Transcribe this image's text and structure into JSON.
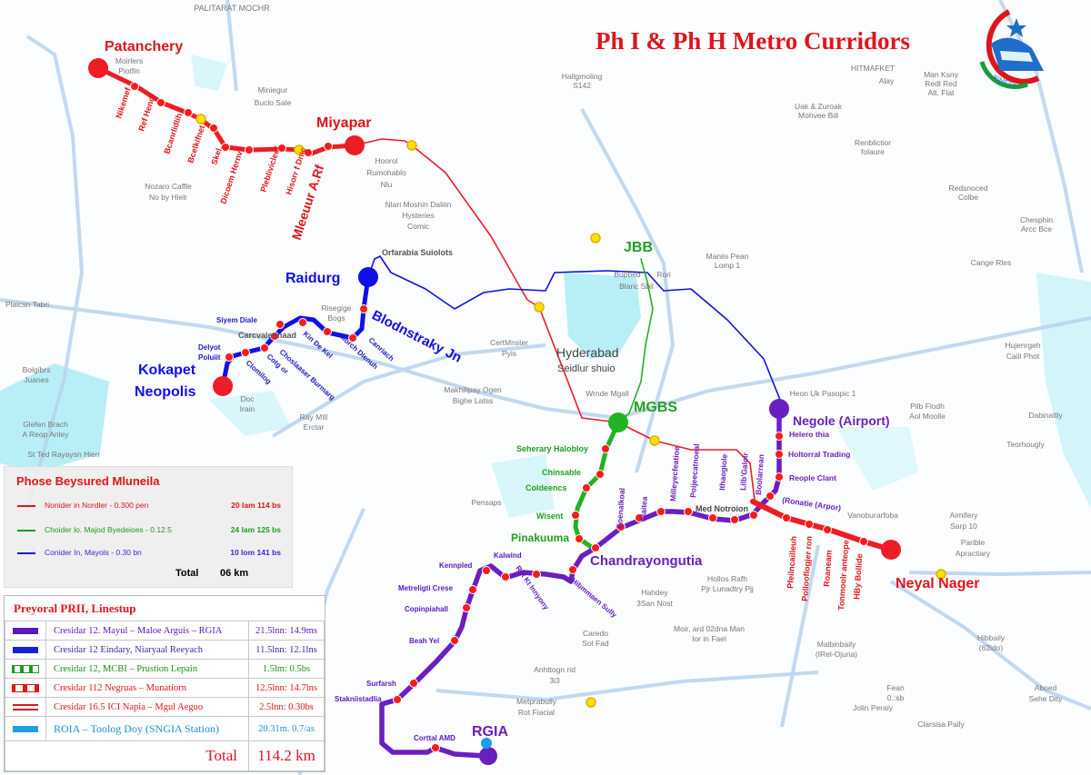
{
  "title": "Ph I & Ph H Metro Curridors",
  "logo": {
    "text": "RIMEST",
    "colors": [
      "#e0141b",
      "#1a9a3c",
      "#1f6fc8"
    ]
  },
  "colors": {
    "red": "#ee1c24",
    "green": "#22b322",
    "blue": "#1010e6",
    "purple": "#6a1ec0",
    "station": "#ff1a1a",
    "water": "#a8ecf5",
    "road": "#b8d2ee"
  },
  "terminals": {
    "patanchery": "Patanchery",
    "miyapar": "Miyapar",
    "raidurg": "Raidurg",
    "kokapet": "Kokapet Neopolis",
    "jbb": "JBB",
    "mgbs": "MGBS",
    "chandrayangutta": "Chandrayongutia",
    "negole": "Negole (Airport)",
    "neyal": "Neyal Nager",
    "rgia": "RGIA",
    "blodnstraky": "Blodnstraky Jn",
    "hyderabad": "Hyderabad",
    "hyderabad_sub": "Seidlur shuio"
  },
  "stations": {
    "red_nw": [
      "Nikemef",
      "Ref Hendr",
      "Bcanrlidlih",
      "Bcelkifnet",
      "Skel.",
      "Dicoem Hernvi",
      "Pleblivicleef",
      "Hisorr f Dnic",
      "Mleeuur A.Rf"
    ],
    "blue": [
      "Siyem Diale",
      "Carcvalennaad",
      "Kin De Kel",
      "Morch Dlenuh",
      "Canriach",
      "Delyot",
      "Poluiit",
      "Clomilog",
      "Cotg or",
      "Choslaaser Burmarg",
      "Orfarabia Suiolots"
    ],
    "green": [
      "Seherary Halobloy",
      "Chinsable",
      "Coldeencs",
      "Wisent",
      "Pinakuuma"
    ],
    "purple_east": [
      "Helero thia",
      "Holtorral Trading",
      "Reople Clant",
      "(Ronatie (Arpor)"
    ],
    "purple_mid": [
      "Eoenalkoal",
      "Elaitea",
      "Milleyecfeatioe",
      "Poijeecatnoeal",
      "Ithaogiole",
      "Lilb'Galolr",
      "Boolarrean",
      "Med Notroion"
    ],
    "purple_sw": [
      "Kalwind",
      "Kennpled",
      "Metreligti Crese",
      "Copinpiahall",
      "Beah Yel",
      "Surfarsh",
      "Stakniistadlia",
      "Corttal AMD",
      "Rot Kt Innyony",
      "Hibmmaen Sully"
    ],
    "red_east": [
      "Pfeilncailleuh",
      "Pollooflogjer ron",
      "Roaneam",
      "Tonmoolr anteope",
      "HBy Bollide"
    ]
  },
  "places": [
    "PALITARAT MOCHR",
    "Miniegur",
    "Buclo Sale",
    "Hoorol",
    "Rumohablo",
    "Nlu",
    "HITMAFKET",
    "Alay",
    "Man Ksny",
    "Redl Red",
    "Alt. Flat",
    "Uak & Zuroak",
    "Mohvee Bill",
    "Renblictior",
    "folaure",
    "Redsnoced",
    "Colbe",
    "Chesphin",
    "Arcc Bce",
    "Cange Rles",
    "Hujenrgeh",
    "Caill Phot",
    "Dabinaltly",
    "Teorhougly",
    "Aimifery",
    "Sarp 10",
    "Parible",
    "Apractiary",
    "Hibbaily",
    "(62ido)",
    "Malbinbaily",
    "(IRel-Ojuna)",
    "Clarsisa Pally",
    "Aboed",
    "Sehe Dity",
    "Metprabully",
    "Rot Fiacial",
    "Anhttogn rid",
    "3i3",
    "Hahdey",
    "3San Nost",
    "CertMnster",
    "Pyis",
    "Makhilipay Ogen",
    "Bighe Latss",
    "Bolgibrs",
    "Juanes",
    "Glefen Brach",
    "A Reop Anley",
    "St Ted Rayaysn Hien",
    "Pensaps",
    "Vanoburarfoba",
    "Pilb Flodh",
    "Aol Moolle",
    "Heon Uk Pasopic 1",
    "Bupbed",
    "Rori",
    "Blaric Sbil",
    "Maniis Pean",
    "Lomp 1",
    "Moir, ard 02dna Man",
    "Ior in Fael",
    "Jolin Peraiy",
    "Fean",
    "0.:sb",
    "Nlari Moshin Daliiin",
    "Hysteries",
    "Comic",
    "Moirlers",
    "Piotfin",
    "Nozaro Caffle",
    "No by Hielr",
    "Risegige",
    "Bogs",
    "Caredo",
    "Sol Fad",
    "Hollos Rafh",
    "Pjr Lunadtry Pjj",
    "Wrnde Mgall",
    "Doc",
    "Irain",
    "Ray MIll",
    "Erctar",
    "Plaicsn Tabri",
    "Hallgmoling",
    "S142"
  ],
  "legend_phase": {
    "title": "Phose Beysured Mluneila",
    "rows": [
      {
        "name": "Nonider in Nordler - 0.300 pen",
        "value": "20 lam 114 bs",
        "color": "#e0141b"
      },
      {
        "name": "Choider lo. Majod Byedeioes - 0.12.5",
        "value": "24 lam 125 bs",
        "color": "#1e9a1e"
      },
      {
        "name": "Conider In, Mayols - 0.30 bn",
        "value": "10 lom 141 bs",
        "color": "#3a2ad0"
      }
    ],
    "total_label": "Total",
    "total_value": "06 km"
  },
  "legend_lines": {
    "title": "Preyoral PRII, Linestup",
    "rows": [
      {
        "name": "Cresidar 12. Mayul – Maloe Arguis – RGIA",
        "value": "21.5lnn: 14.9ms",
        "color": "#5a18b8",
        "style": "solid"
      },
      {
        "name": "Cresidar 12 Eindary, Niaryaal Reeyach",
        "value": "11.5lnn: 12.1lns",
        "color": "#1a22d8",
        "style": "solid"
      },
      {
        "name": "Cresidar 12, MCBI – Prustion Lepain",
        "value": "1.5lm: 0.5bs",
        "color": "#1e9a1e",
        "style": "boxes3"
      },
      {
        "name": "Cresidar 112 Negruas – Munatiorn",
        "value": "12.5lnn: 14.7lns",
        "color": "#e0141b",
        "style": "boxes2"
      },
      {
        "name": "Cresidar 16.5 ICI Napia – Mgul Aeguo",
        "value": "2.5lnn: 0.30bs",
        "color": "#e0141b",
        "style": "double"
      },
      {
        "name": "ROIA – Toolog Doy (SNGIA Station)",
        "value": "20.31m. 0.7/as",
        "color": "#1fa0e0",
        "style": "solid"
      }
    ],
    "total_label": "Total",
    "total_value": "114.2 km"
  }
}
